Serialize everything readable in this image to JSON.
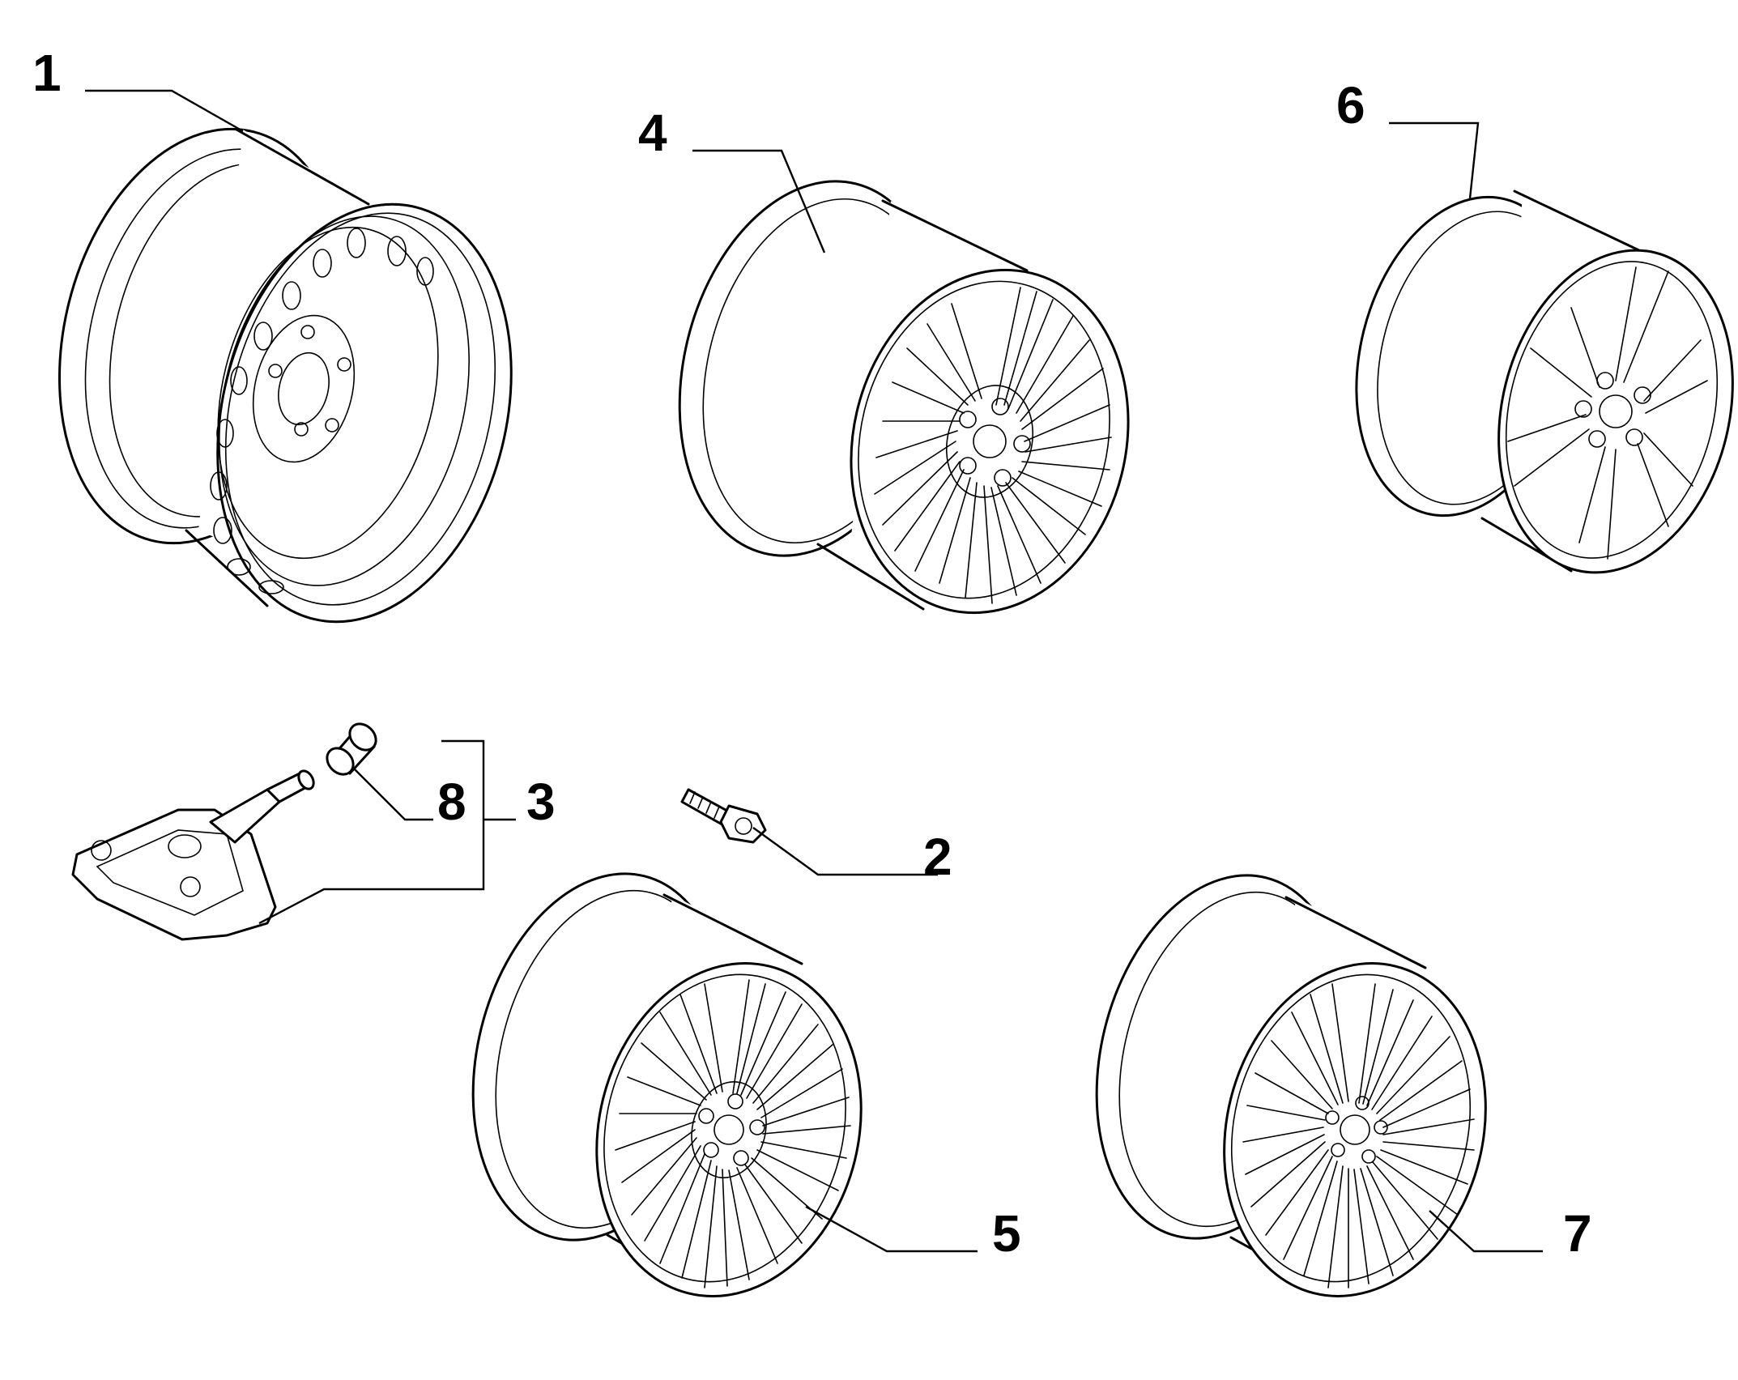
{
  "diagram": {
    "callouts": [
      {
        "id": "1",
        "part": "steel-wheel-rim"
      },
      {
        "id": "2",
        "part": "wheel-bolt"
      },
      {
        "id": "3",
        "part": "tyre-pressure-sensor-kit"
      },
      {
        "id": "4",
        "part": "alloy-wheel-split-spoke"
      },
      {
        "id": "5",
        "part": "alloy-wheel-multi-spoke"
      },
      {
        "id": "6",
        "part": "alloy-wheel-five-double-spoke"
      },
      {
        "id": "7",
        "part": "alloy-wheel-fine-spoke"
      },
      {
        "id": "8",
        "part": "valve-cap"
      }
    ],
    "colors": {
      "line": "#000000",
      "background": "#ffffff"
    }
  }
}
